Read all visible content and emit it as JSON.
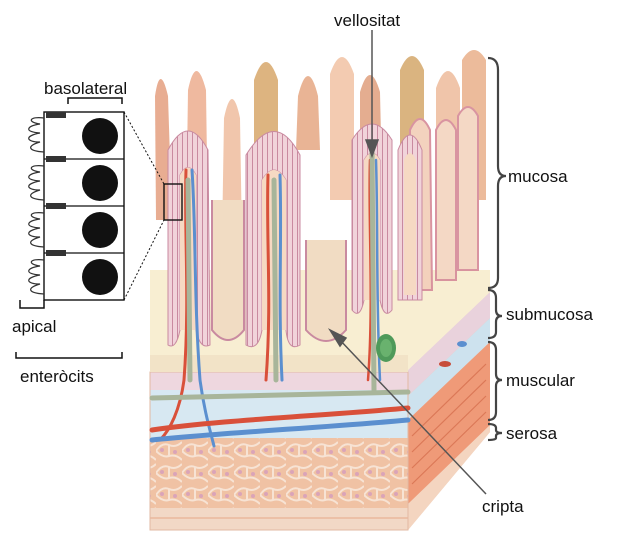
{
  "labels": {
    "villus": "vellositat",
    "mucosa": "mucosa",
    "submucosa": "submucosa",
    "muscular": "muscular",
    "serosa": "serosa",
    "crypt": "cripta",
    "basolateral": "basolateral",
    "apical": "apical",
    "enterocytes": "enteròcits"
  },
  "colors": {
    "villus_fill": "#f3cfb4",
    "villus_back": "#e3a98b",
    "villus_tan": "#d9b07a",
    "epithelium": "#e7b9c7",
    "lamina": "#f7edcf",
    "submucosa_band": "#cfe3f0",
    "muscle": "#f0c4a8",
    "muscle_cells": "#e9a07a",
    "artery": "#d9503a",
    "vein": "#5b8fcf",
    "lymph": "#a8b59a",
    "nucleus": "#111111"
  }
}
